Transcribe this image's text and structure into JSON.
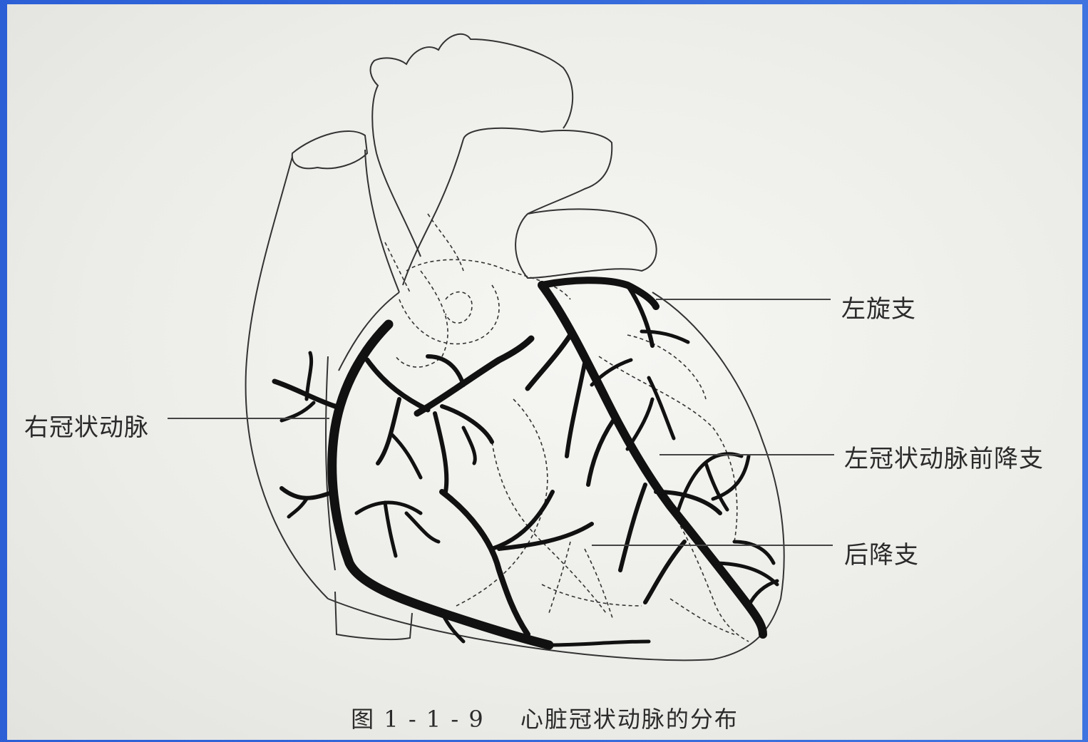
{
  "labels": {
    "left_circumflex": "左旋支",
    "right_coronary": "右冠状动脉",
    "lad": "左冠状动脉前降支",
    "posterior_descending": "后降支"
  },
  "caption": {
    "number": "图 1 - 1 - 9",
    "title": "心脏冠状动脉的分布"
  },
  "colors": {
    "frame": "#2c5fd6",
    "paper": "#efefeb",
    "ink": "#111111"
  }
}
